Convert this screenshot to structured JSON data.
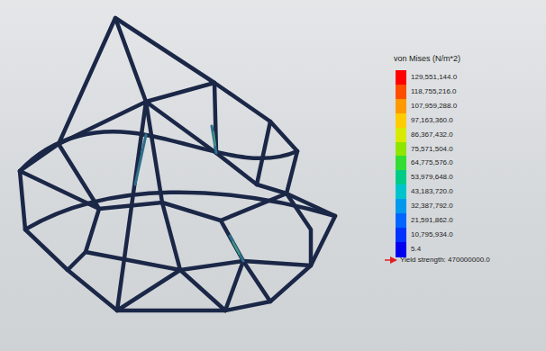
{
  "diagram": {
    "title": "von Mises (N/m*2)",
    "labels": [
      "Yield strength: 470000000.0"
    ],
    "legend": [
      {
        "text": "129,551,144.0",
        "color": "#ff0000"
      },
      {
        "text": "118,755,216.0",
        "color": "#ff4d00"
      },
      {
        "text": "107,959,288.0",
        "color": "#ff9900"
      },
      {
        "text": "97,163,360.0",
        "color": "#ffcc00"
      },
      {
        "text": "86,367,432.0",
        "color": "#d9ea00"
      },
      {
        "text": "75,571,504.0",
        "color": "#8fe600"
      },
      {
        "text": "64,775,576.0",
        "color": "#33dd33"
      },
      {
        "text": "53,979,648.0",
        "color": "#00cc88"
      },
      {
        "text": "43,183,720.0",
        "color": "#00c4cc"
      },
      {
        "text": "32,387,792.0",
        "color": "#0099ee"
      },
      {
        "text": "21,591,862.0",
        "color": "#0066ff"
      },
      {
        "text": "10,795,934.0",
        "color": "#0033ff"
      },
      {
        "text": "5.4",
        "color": "#0000ee"
      }
    ]
  }
}
